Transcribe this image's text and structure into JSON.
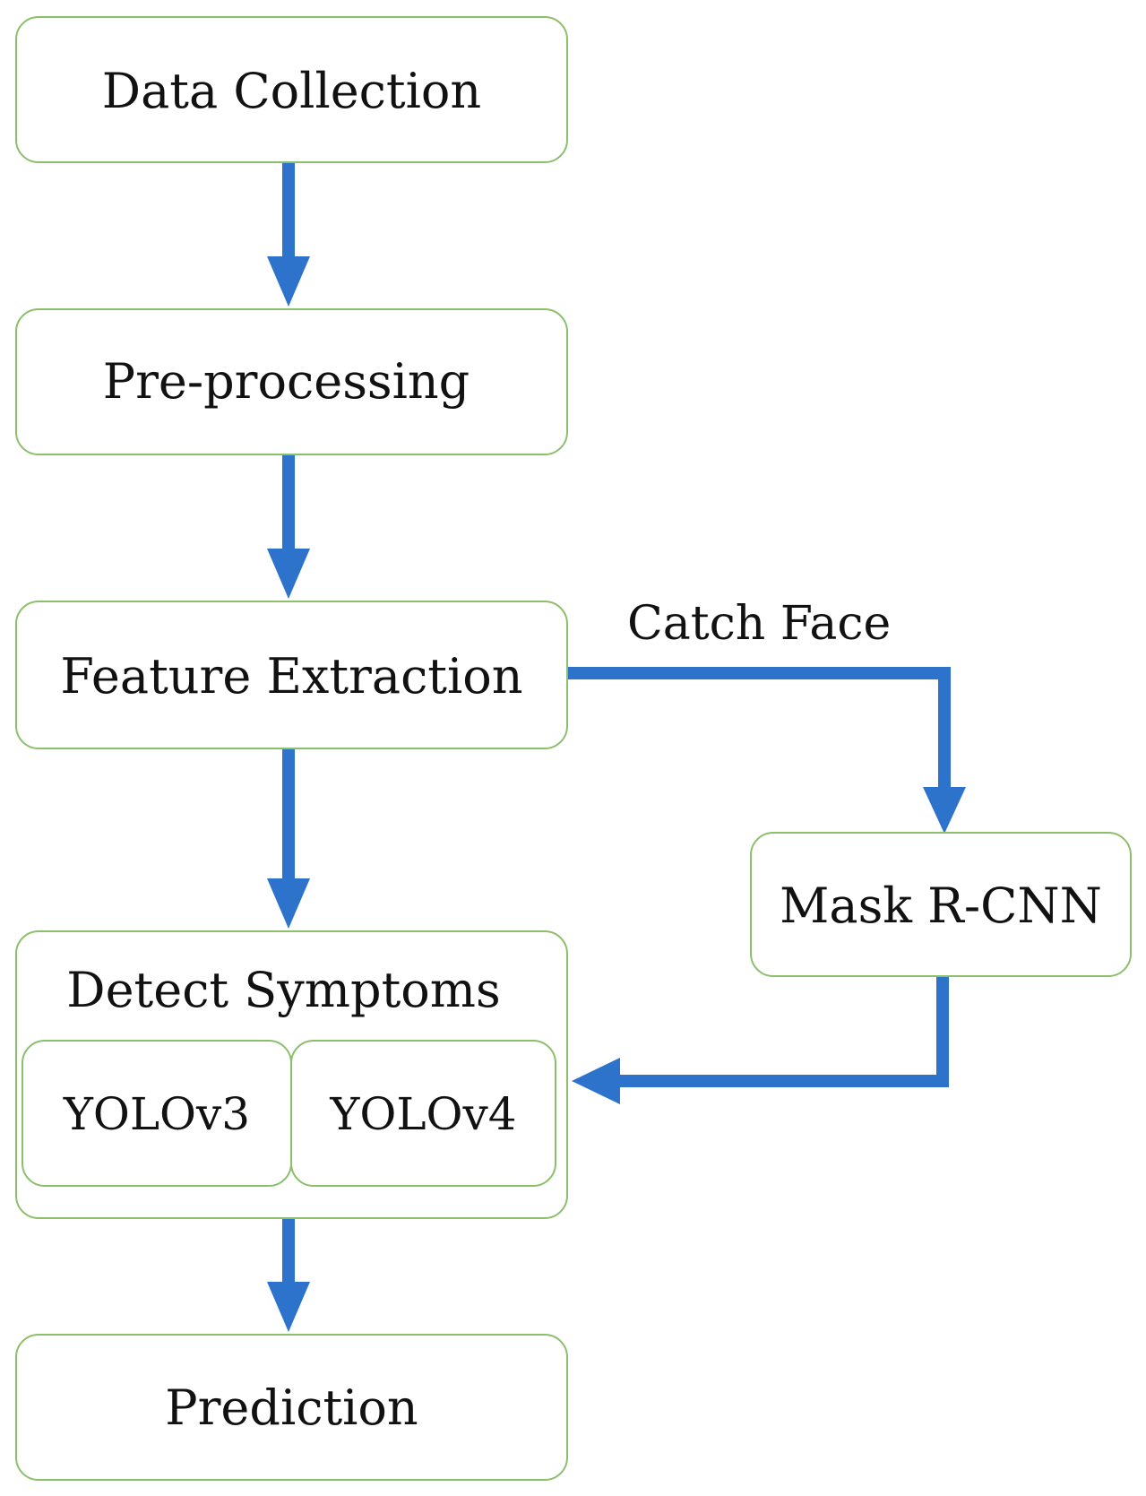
{
  "diagram": {
    "arrow_color": "#2d73cc",
    "border_color": "#8cbf6c",
    "nodes": {
      "data_collection": "Data Collection",
      "pre_processing": "Pre-processing",
      "feature_extraction": "Feature Extraction",
      "mask_rcnn": "Mask R-CNN",
      "detect_symptoms": "Detect Symptoms",
      "yolov3": "YOLOv3",
      "yolov4": "YOLOv4",
      "prediction": "Prediction"
    },
    "edge_labels": {
      "catch_face": "Catch Face"
    }
  }
}
